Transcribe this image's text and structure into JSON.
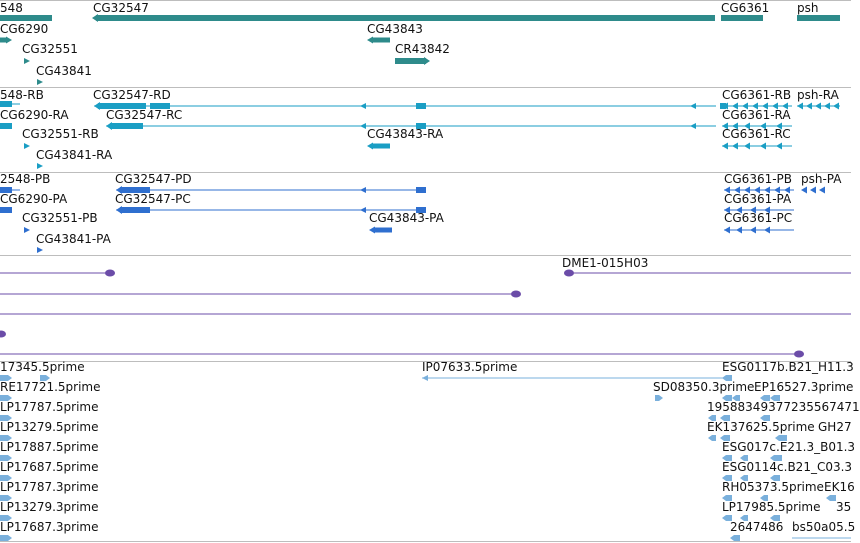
{
  "colors": {
    "gene": "#2e8b8b",
    "mrna": "#1a9ec4",
    "protein": "#2f6fcf",
    "clone": "#6b4ca8",
    "est": "#7ab0dc",
    "separator": "#bdbdbd"
  },
  "tracks": {
    "gene": [
      "548",
      "CG32547",
      "CG6361",
      "psh",
      "CG6290",
      "CG43843",
      "CG32551",
      "CR43842",
      "CG43841"
    ],
    "mrna": [
      "548-RB",
      "CG32547-RD",
      "CG6361-RB",
      "psh-RA",
      "CG6290-RA",
      "CG32547-RC",
      "CG6361-RA",
      "CG32551-RB",
      "CG43843-RA",
      "CG6361-RC",
      "CG43841-RA"
    ],
    "protein": [
      "2548-PB",
      "CG32547-PD",
      "CG6361-PB",
      "psh-PA",
      "CG6290-PA",
      "CG32547-PC",
      "CG6361-PA",
      "CG32551-PB",
      "CG43843-PA",
      "CG6361-PC",
      "CG43841-PA"
    ],
    "clone": [
      "DME1-015H03"
    ],
    "est": [
      "17345.5prime",
      "IP07633.5prime",
      "ESG0117b.B21_H11.3",
      "RE17721.5prime",
      "SD08350.3prime",
      "EP16527.3prime",
      "LP17787.5prime",
      "19588349377235567471",
      "LP13279.5prime",
      "EK137625.5prime",
      "GH27",
      "LP17887.5prime",
      "ESG017c.E21.3_B01.3",
      "LP17687.5prime",
      "ESG0114c.B21_C03.3",
      "LP17787.3prime",
      "RH05373.5prime",
      "EK16",
      "LP13279.3prime",
      "LP17985.5prime",
      "35",
      "LP17687.3prime",
      "2647486",
      "bs50a05.5"
    ]
  }
}
